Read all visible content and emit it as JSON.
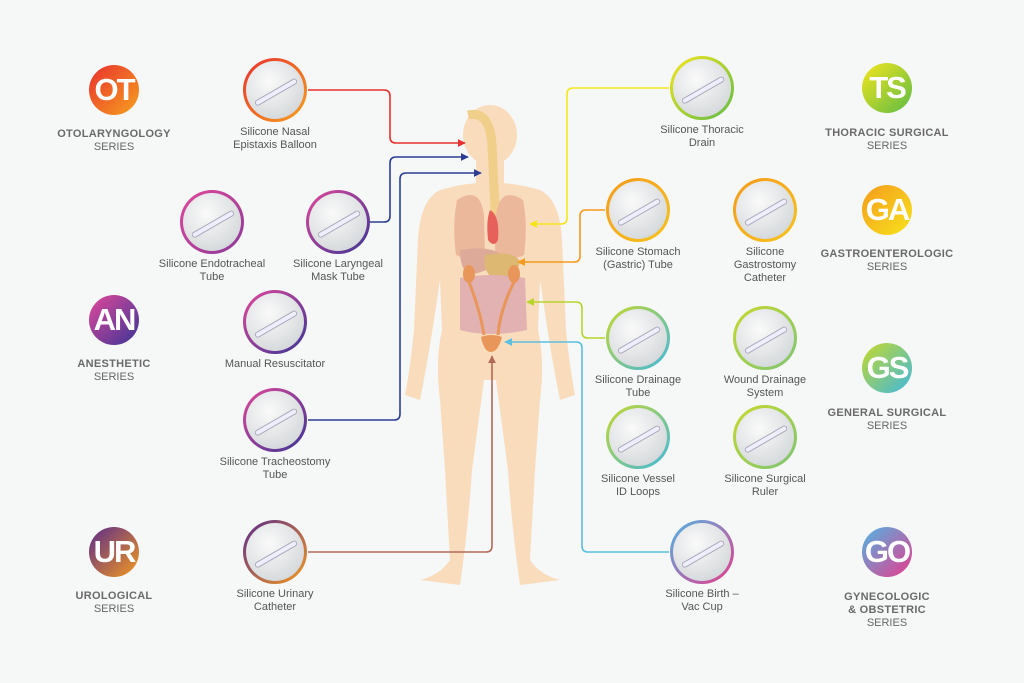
{
  "series": [
    {
      "id": "ot",
      "abbr": "OT",
      "title": "OTOLARYNGOLOGY",
      "sub": "SERIES",
      "colors": [
        "#e8302e",
        "#f7a21e"
      ]
    },
    {
      "id": "an",
      "abbr": "AN",
      "title": "ANESTHETIC",
      "sub": "SERIES",
      "colors": [
        "#e2489a",
        "#3a3596"
      ]
    },
    {
      "id": "ur",
      "abbr": "UR",
      "title": "UROLOGICAL",
      "sub": "SERIES",
      "colors": [
        "#5b2a8c",
        "#f49a1e"
      ]
    },
    {
      "id": "ts",
      "abbr": "TS",
      "title": "THORACIC SURGICAL",
      "sub": "SERIES",
      "colors": [
        "#f5e61c",
        "#5dbb46"
      ]
    },
    {
      "id": "ga",
      "abbr": "GA",
      "title": "GASTROENTEROLOGIC",
      "sub": "SERIES",
      "colors": [
        "#f59a1c",
        "#f7e41c"
      ]
    },
    {
      "id": "gs",
      "abbr": "GS",
      "title": "GENERAL SURGICAL",
      "sub": "SERIES",
      "colors": [
        "#c6d92a",
        "#3fb8e0"
      ]
    },
    {
      "id": "go",
      "abbr": "GO",
      "title": "GYNECOLOGIC\n& OBSTETRIC",
      "sub": "SERIES",
      "colors": [
        "#4fb6e4",
        "#e83a8c"
      ]
    }
  ],
  "products": [
    {
      "l1": "Silicone Nasal",
      "l2": "Epistaxis Balloon",
      "ring": [
        "#e8302e",
        "#f7a21e"
      ]
    },
    {
      "l1": "Silicone Endotracheal",
      "l2": "Tube",
      "ring": [
        "#e2489a",
        "#8a3a9a"
      ]
    },
    {
      "l1": "Silicone Laryngeal",
      "l2": "Mask Tube",
      "ring": [
        "#e2489a",
        "#3a3596"
      ]
    },
    {
      "l1": "Manual Resuscitator",
      "l2": "",
      "ring": [
        "#e2489a",
        "#3a3596"
      ]
    },
    {
      "l1": "Silicone Tracheostomy",
      "l2": "Tube",
      "ring": [
        "#e2489a",
        "#3a3596"
      ]
    },
    {
      "l1": "Silicone Urinary",
      "l2": "Catheter",
      "ring": [
        "#5b2a8c",
        "#f49a1e"
      ]
    },
    {
      "l1": "Silicone Thoracic",
      "l2": "Drain",
      "ring": [
        "#f5e61c",
        "#5dbb46"
      ]
    },
    {
      "l1": "Silicone Stomach",
      "l2": "(Gastric) Tube",
      "ring": [
        "#f59a1c",
        "#f7c41c"
      ]
    },
    {
      "l1": "Silicone",
      "l2": "Gastrostomy",
      "l3": "Catheter",
      "ring": [
        "#f59a1c",
        "#f7c41c"
      ]
    },
    {
      "l1": "Silicone Drainage",
      "l2": "Tube",
      "ring": [
        "#c6d92a",
        "#3fb8e0"
      ]
    },
    {
      "l1": "Wound Drainage",
      "l2": "System",
      "ring": [
        "#c6d92a",
        "#7cc576"
      ]
    },
    {
      "l1": "Silicone Vessel",
      "l2": "ID Loops",
      "ring": [
        "#c6d92a",
        "#3fb8e0"
      ]
    },
    {
      "l1": "Silicone Surgical",
      "l2": "Ruler",
      "ring": [
        "#c6d92a",
        "#7cc576"
      ]
    },
    {
      "l1": "Silicone Birth –",
      "l2": "Vac Cup",
      "ring": [
        "#4fb6e4",
        "#e83a8c"
      ]
    }
  ]
}
